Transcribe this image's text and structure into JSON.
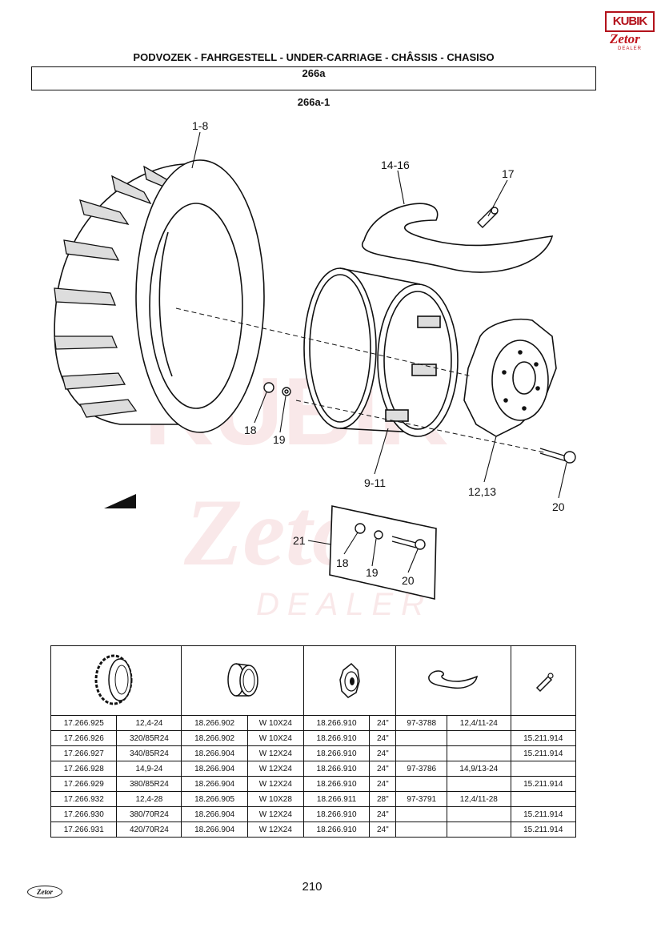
{
  "brand": {
    "kubik": "KUBIK",
    "zetor": "Zetor",
    "dealer": "DEALER"
  },
  "header": {
    "title": "PODVOZEK - FAHRGESTELL - UNDER-CARRIAGE - CHÂSSIS - CHASISO",
    "group": "266a",
    "subgroup": "266a-1"
  },
  "callouts": {
    "c1_8": "1-8",
    "c14_16": "14-16",
    "c17": "17",
    "c18a": "18",
    "c19a": "19",
    "c9_11": "9-11",
    "c12_13": "12,13",
    "c20a": "20",
    "c21": "21",
    "c18b": "18",
    "c19b": "19",
    "c20b": "20"
  },
  "watermark": {
    "line1": "KUBIK",
    "line2": "Zetor",
    "line3": "DEALER"
  },
  "icons": [
    "tire-icon",
    "rim-icon",
    "disc-icon",
    "tube-icon",
    "valve-icon"
  ],
  "table": {
    "rows": [
      [
        "17.266.925",
        "12,4-24",
        "18.266.902",
        "W 10X24",
        "18.266.910",
        "24\"",
        "97-3788",
        "12,4/11-24",
        ""
      ],
      [
        "17.266.926",
        "320/85R24",
        "18.266.902",
        "W 10X24",
        "18.266.910",
        "24\"",
        "",
        "",
        "15.211.914"
      ],
      [
        "17.266.927",
        "340/85R24",
        "18.266.904",
        "W 12X24",
        "18.266.910",
        "24\"",
        "",
        "",
        "15.211.914"
      ],
      [
        "17.266.928",
        "14,9-24",
        "18.266.904",
        "W 12X24",
        "18.266.910",
        "24\"",
        "97-3786",
        "14,9/13-24",
        ""
      ],
      [
        "17.266.929",
        "380/85R24",
        "18.266.904",
        "W 12X24",
        "18.266.910",
        "24\"",
        "",
        "",
        "15.211.914"
      ],
      [
        "17.266.932",
        "12,4-28",
        "18.266.905",
        "W 10X28",
        "18.266.911",
        "28\"",
        "97-3791",
        "12,4/11-28",
        ""
      ],
      [
        "17.266.930",
        "380/70R24",
        "18.266.904",
        "W 12X24",
        "18.266.910",
        "24\"",
        "",
        "",
        "15.211.914"
      ],
      [
        "17.266.931",
        "420/70R24",
        "18.266.904",
        "W 12X24",
        "18.266.910",
        "24\"",
        "",
        "",
        "15.211.914"
      ]
    ]
  },
  "footer": {
    "page": "210",
    "logo": "Zetor"
  }
}
